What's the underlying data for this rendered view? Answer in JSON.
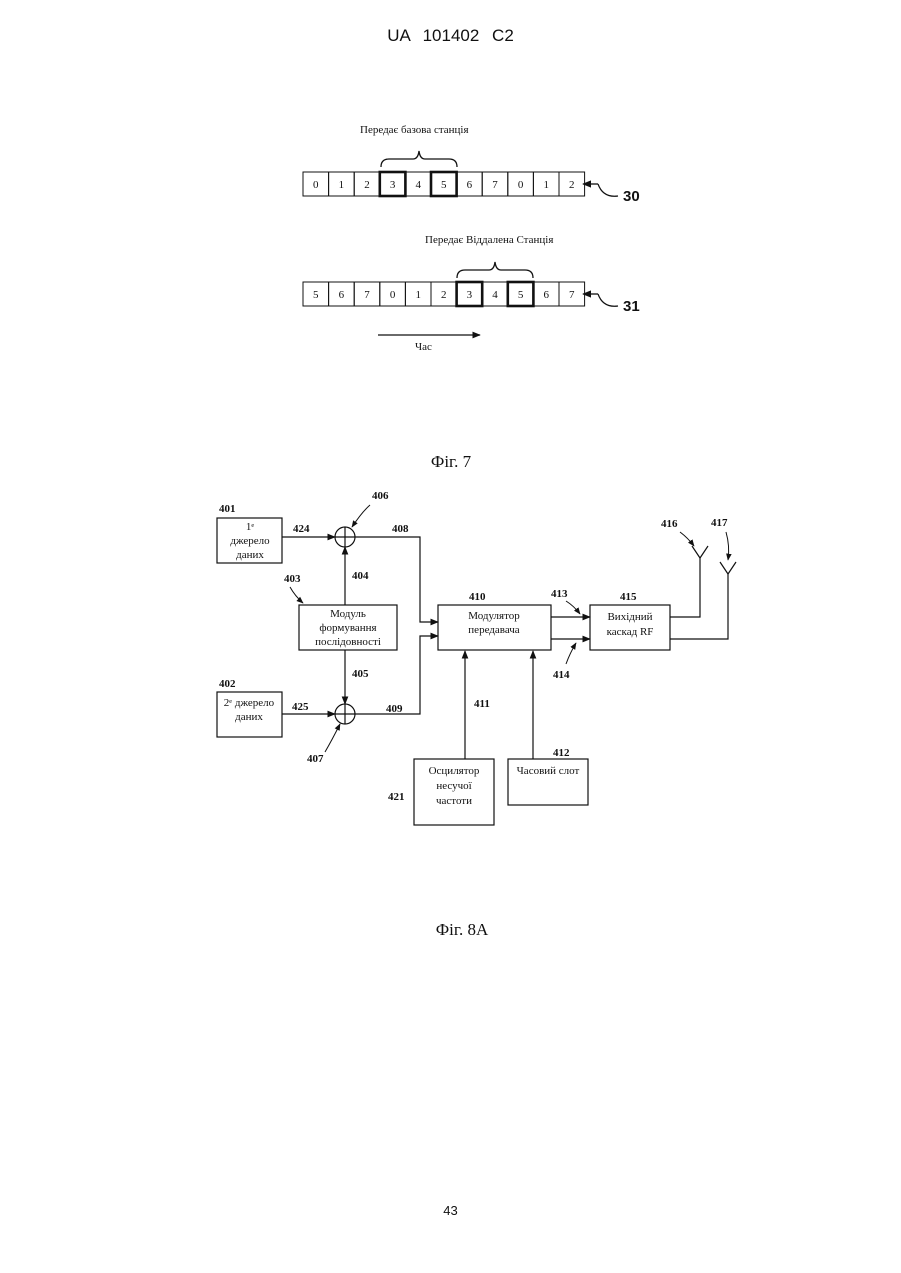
{
  "header": {
    "document_id": "UA 101402 C2"
  },
  "page_number": "43",
  "fig7": {
    "caption": "Фіг. 7",
    "row_base": {
      "label": "Передає базова станція",
      "ref": "30",
      "cells": [
        "0",
        "1",
        "2",
        "3",
        "4",
        "5",
        "6",
        "7",
        "0",
        "1",
        "2"
      ],
      "highlighted_indices": [
        3,
        5
      ]
    },
    "row_remote": {
      "label": "Передає Віддалена Станція",
      "ref": "31",
      "cells": [
        "5",
        "6",
        "7",
        "0",
        "1",
        "2",
        "3",
        "4",
        "5",
        "6",
        "7"
      ],
      "highlighted_indices": [
        6,
        8
      ]
    },
    "time_label": "Час"
  },
  "fig8a": {
    "caption": "Фіг. 8А",
    "blocks": {
      "source1": {
        "ref": "401",
        "lines": [
          "1ᵉ",
          "джерело",
          "даних"
        ]
      },
      "source2": {
        "ref": "402",
        "lines": [
          "2ᵉ джерело",
          "даних"
        ]
      },
      "sequence_module": {
        "ref": "403",
        "lines": [
          "Модуль",
          "формування",
          "послідовності"
        ]
      },
      "modulator": {
        "ref": "410",
        "lines": [
          "Модулятор",
          "передавача"
        ]
      },
      "rf_stage": {
        "ref": "415",
        "lines": [
          "Вихідний",
          "каскад RF"
        ]
      },
      "oscillator": {
        "ref": "421",
        "lines": [
          "Осцилятор",
          "несучої",
          "частоти"
        ]
      },
      "time_slot": {
        "ref": "412",
        "lines": [
          "Часовий слот"
        ]
      }
    },
    "adders": {
      "top": "406",
      "bottom": "407"
    },
    "signals": {
      "s424": "424",
      "s425": "425",
      "s404": "404",
      "s405": "405",
      "s408": "408",
      "s409": "409",
      "s411": "411",
      "s413": "413",
      "s414": "414"
    },
    "antennas": {
      "a1": "416",
      "a2": "417"
    }
  }
}
